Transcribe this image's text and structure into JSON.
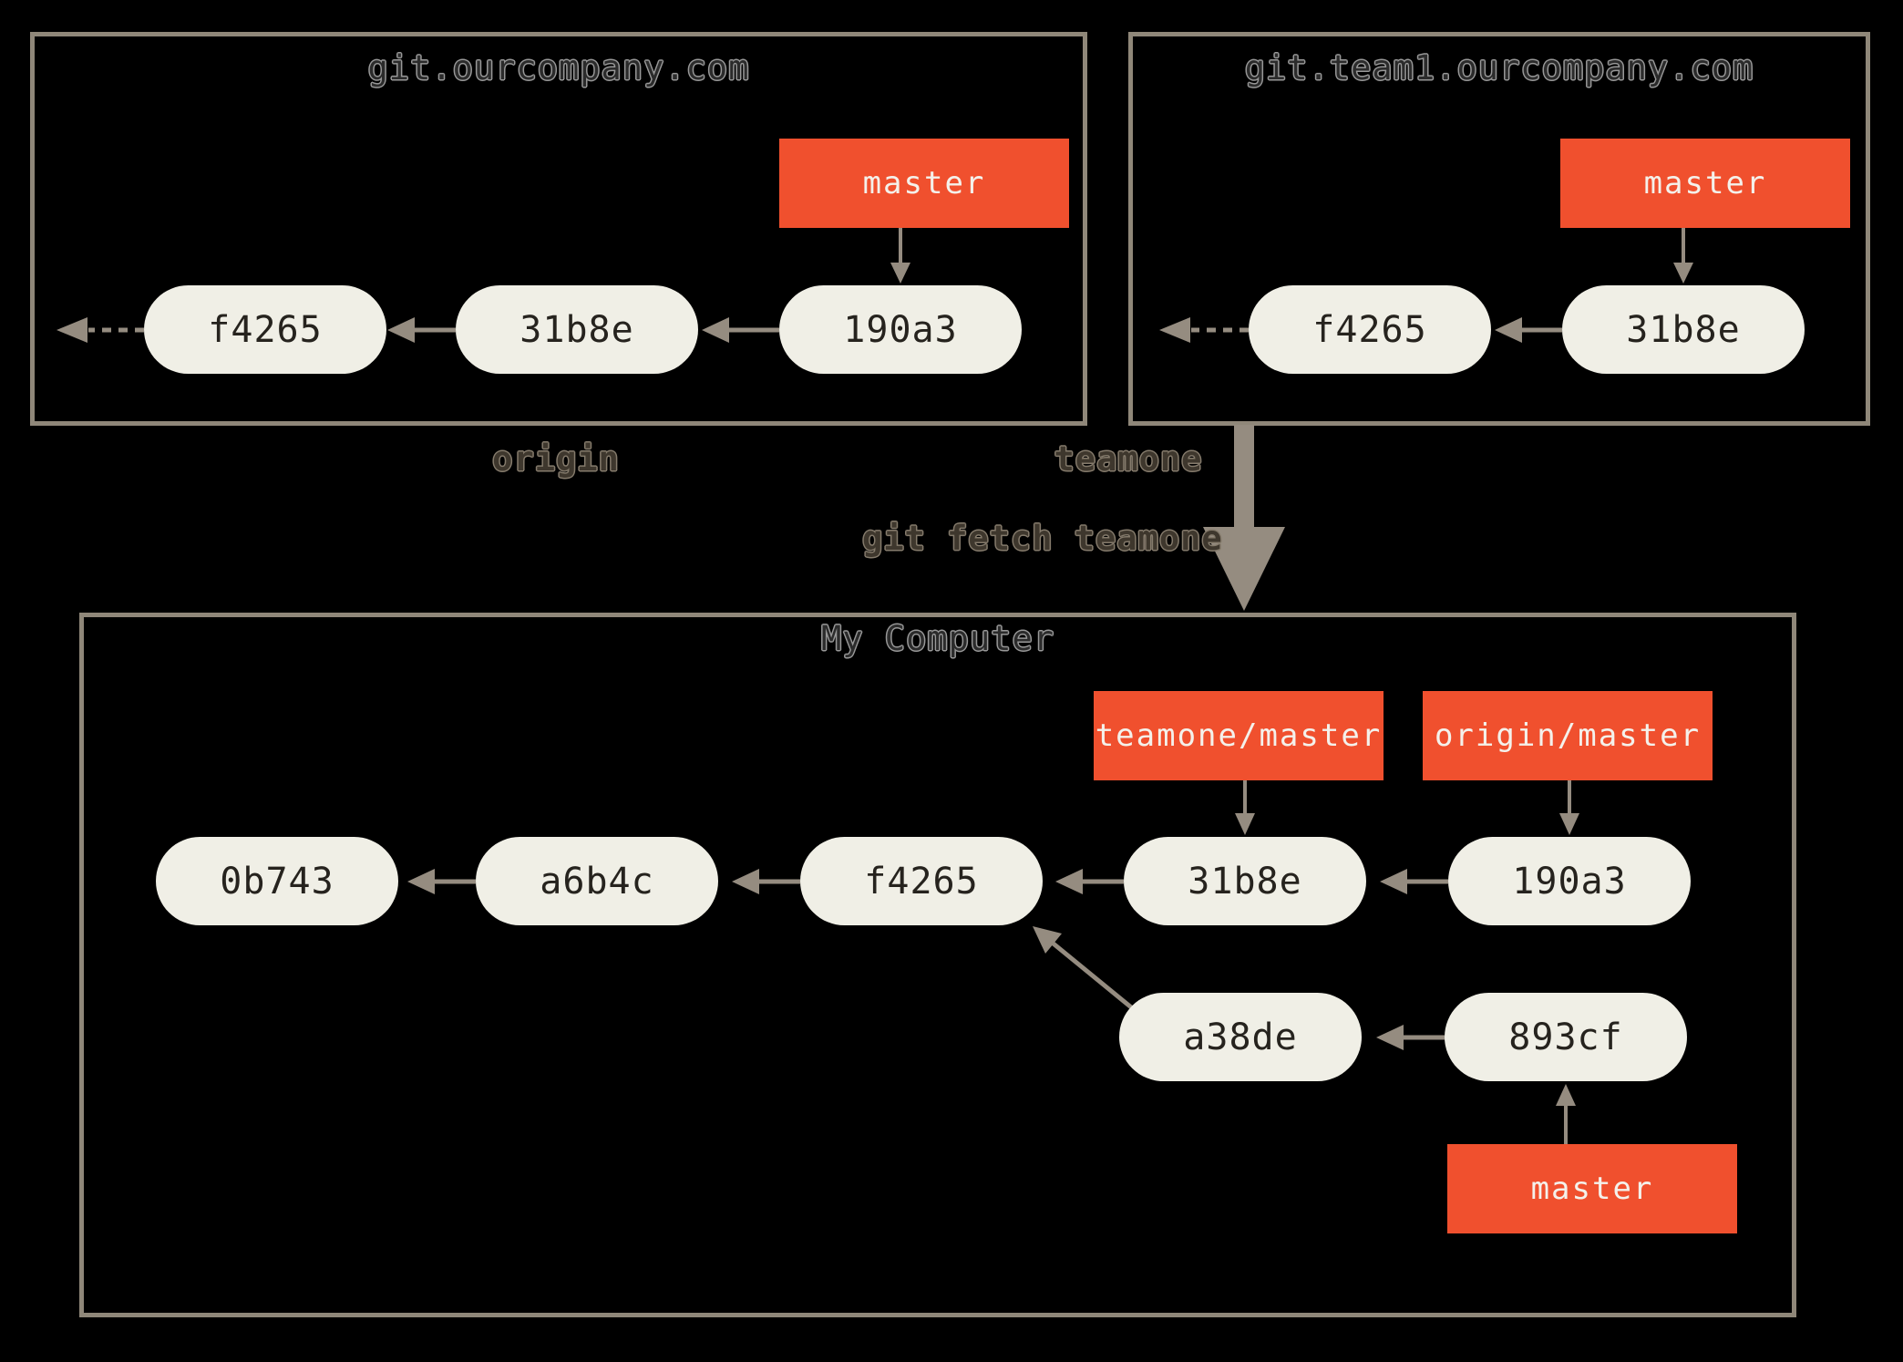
{
  "colors": {
    "background": "#000000",
    "box_border": "#8F8779",
    "commit_fill": "#F0EFE6",
    "commit_text": "#26231E",
    "branch_fill": "#F0502E",
    "branch_text": "#F4F1EB",
    "arrow": "#958C80",
    "title_outline": "#989898",
    "label_outline": "#857B6C"
  },
  "remote_origin": {
    "title": "git.ourcompany.com",
    "label": "origin",
    "branch": "master",
    "commits": [
      "f4265",
      "31b8e",
      "190a3"
    ]
  },
  "remote_teamone": {
    "title": "git.team1.ourcompany.com",
    "label": "teamone",
    "branch": "master",
    "commits": [
      "f4265",
      "31b8e"
    ]
  },
  "fetch": {
    "command": "git fetch teamone"
  },
  "local": {
    "title": "My Computer",
    "refs": {
      "teamone_master": "teamone/master",
      "origin_master": "origin/master",
      "master": "master"
    },
    "main_commits": [
      "0b743",
      "a6b4c",
      "f4265",
      "31b8e",
      "190a3"
    ],
    "feature_commits": [
      "a38de",
      "893cf"
    ]
  }
}
